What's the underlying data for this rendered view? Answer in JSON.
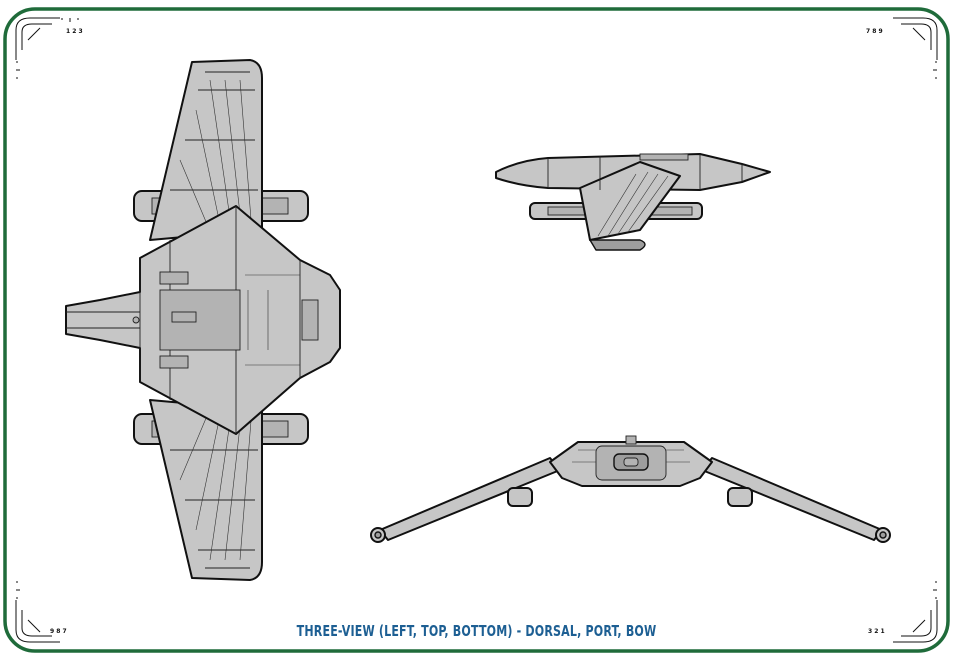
{
  "caption": "THREE-VIEW (LEFT, TOP, BOTTOM) - DORSAL, PORT, BOW",
  "colors": {
    "border": "#1f6b3a",
    "hull": "#c6c6c6",
    "outline": "#111111",
    "caption": "#1d5f93"
  },
  "views": {
    "left": "dorsal-view",
    "top_right": "port-view",
    "bottom_right": "bow-view"
  },
  "corners": {
    "top_left": {
      "h": "1 2   3",
      "v": "9 8 7"
    },
    "top_right": {
      "h": "7   8 9",
      "v": "1 2 3"
    },
    "bottom_left": {
      "h": "9 8   7",
      "v": "3 2 1"
    },
    "bottom_right": {
      "h": "3   2 1",
      "v": "7 8 9"
    }
  }
}
